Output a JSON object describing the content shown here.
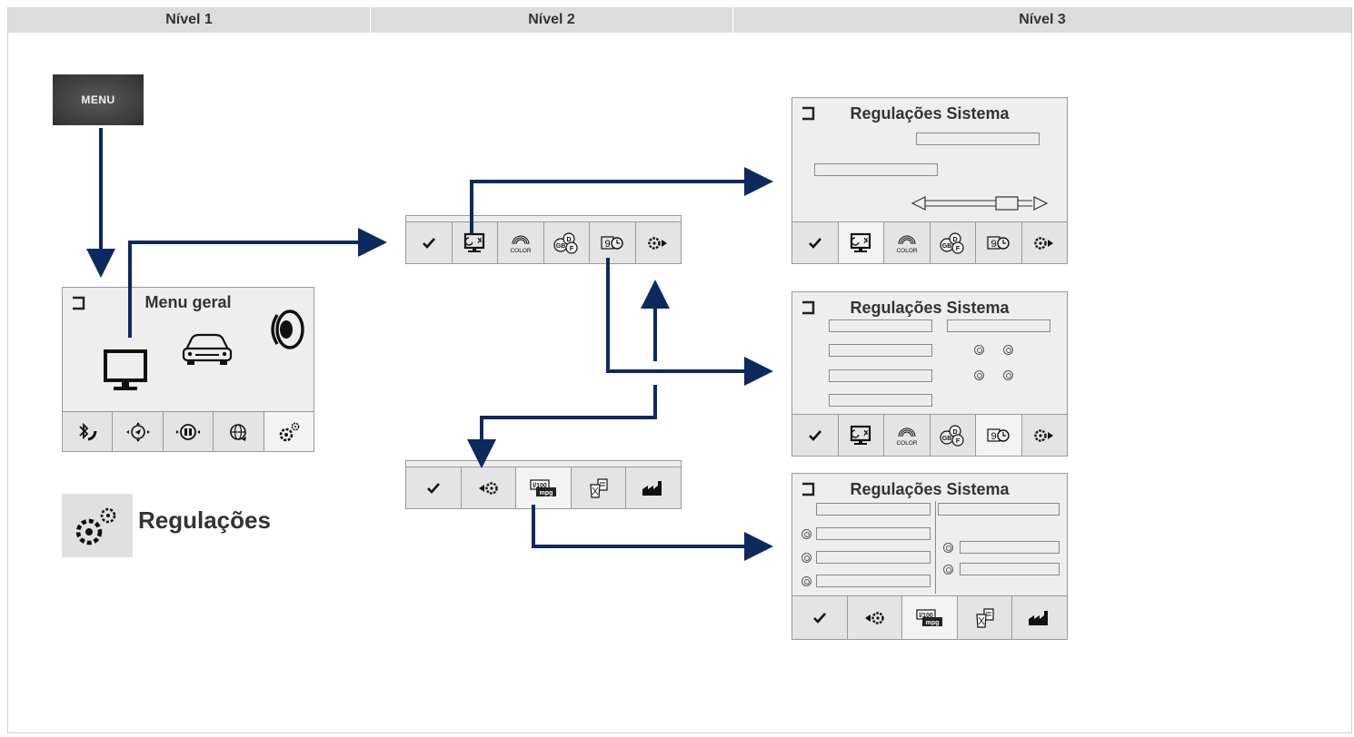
{
  "header": {
    "level1": "Nível 1",
    "level2": "Nível 2",
    "level3": "Nível 3"
  },
  "menu_button": {
    "label": "MENU"
  },
  "main_menu": {
    "title": "Menu geral",
    "icons": [
      "monitor-icon",
      "car-icon",
      "speaker-icon"
    ],
    "tabs": [
      "bluetooth-phone-icon",
      "navigation-icon",
      "media-icon",
      "connected-services-icon",
      "settings-icon"
    ]
  },
  "legend": {
    "icon": "settings-icon",
    "label": "Regulações"
  },
  "level2": {
    "strip_a_tabs": [
      "check-icon",
      "display-icon",
      "color-icon",
      "language-icon",
      "clock-icon",
      "settings-next-icon"
    ],
    "strip_b_tabs": [
      "check-icon",
      "settings-back-icon",
      "units-icon",
      "delete-icon",
      "factory-icon"
    ]
  },
  "level3": {
    "panel1": {
      "title": "Regulações Sistema",
      "tabs": [
        "check-icon",
        "display-icon",
        "color-icon",
        "language-icon",
        "clock-icon",
        "settings-next-icon"
      ]
    },
    "panel2": {
      "title": "Regulações Sistema",
      "tabs": [
        "check-icon",
        "display-icon",
        "color-icon",
        "language-icon",
        "clock-icon",
        "settings-next-icon"
      ]
    },
    "panel3": {
      "title": "Regulações Sistema",
      "tabs": [
        "check-icon",
        "settings-back-icon",
        "units-icon",
        "delete-icon",
        "factory-icon"
      ]
    }
  },
  "icon_text": {
    "color": "COLOR",
    "lang_gb": "GB",
    "lang_d": "D",
    "lang_f": "F",
    "clock_num": "9",
    "units_top": "l/100",
    "units_bottom": "mpg"
  },
  "colors": {
    "arrow": "#0d2a5e",
    "header_bg": "#dcdcdc",
    "panel_bg": "#eeeeee"
  }
}
